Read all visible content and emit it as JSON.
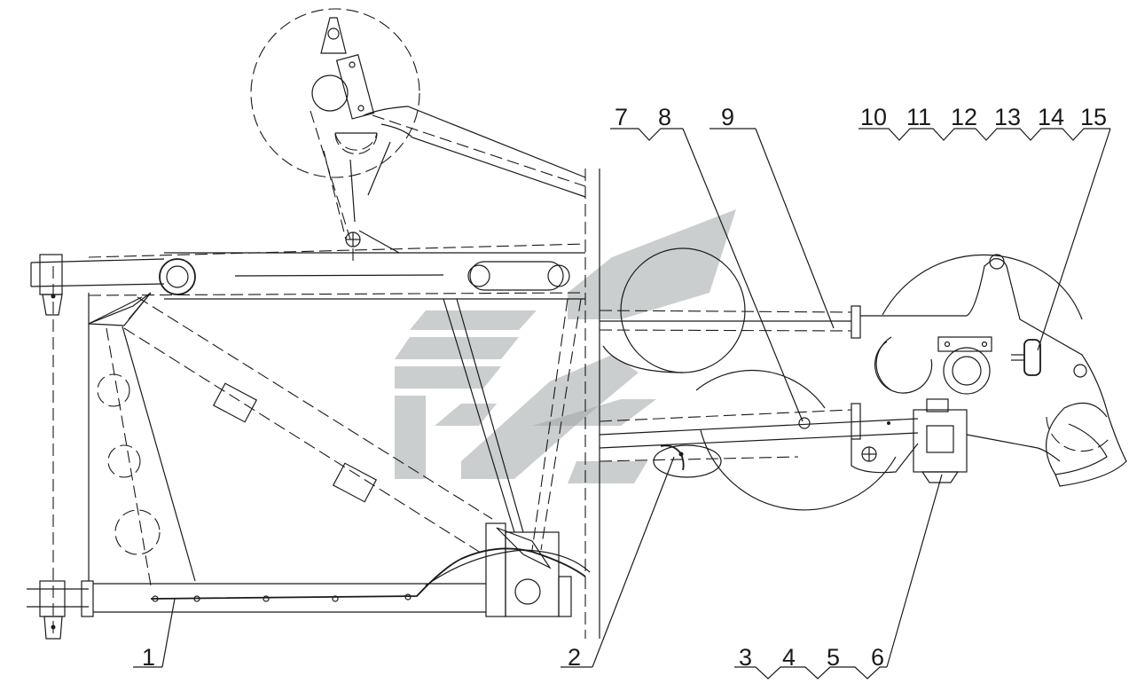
{
  "callouts": {
    "n1": "1",
    "n2": "2",
    "n3": "3",
    "n4": "4",
    "n5": "5",
    "n6": "6",
    "n7": "7",
    "n8": "8",
    "n9": "9",
    "n10": "10",
    "n11": "11",
    "n12": "12",
    "n13": "13",
    "n14": "14",
    "n15": "15"
  },
  "colors": {
    "line": "#1a1a1a",
    "watermark": "#9ea6a6",
    "background": "#ffffff"
  }
}
